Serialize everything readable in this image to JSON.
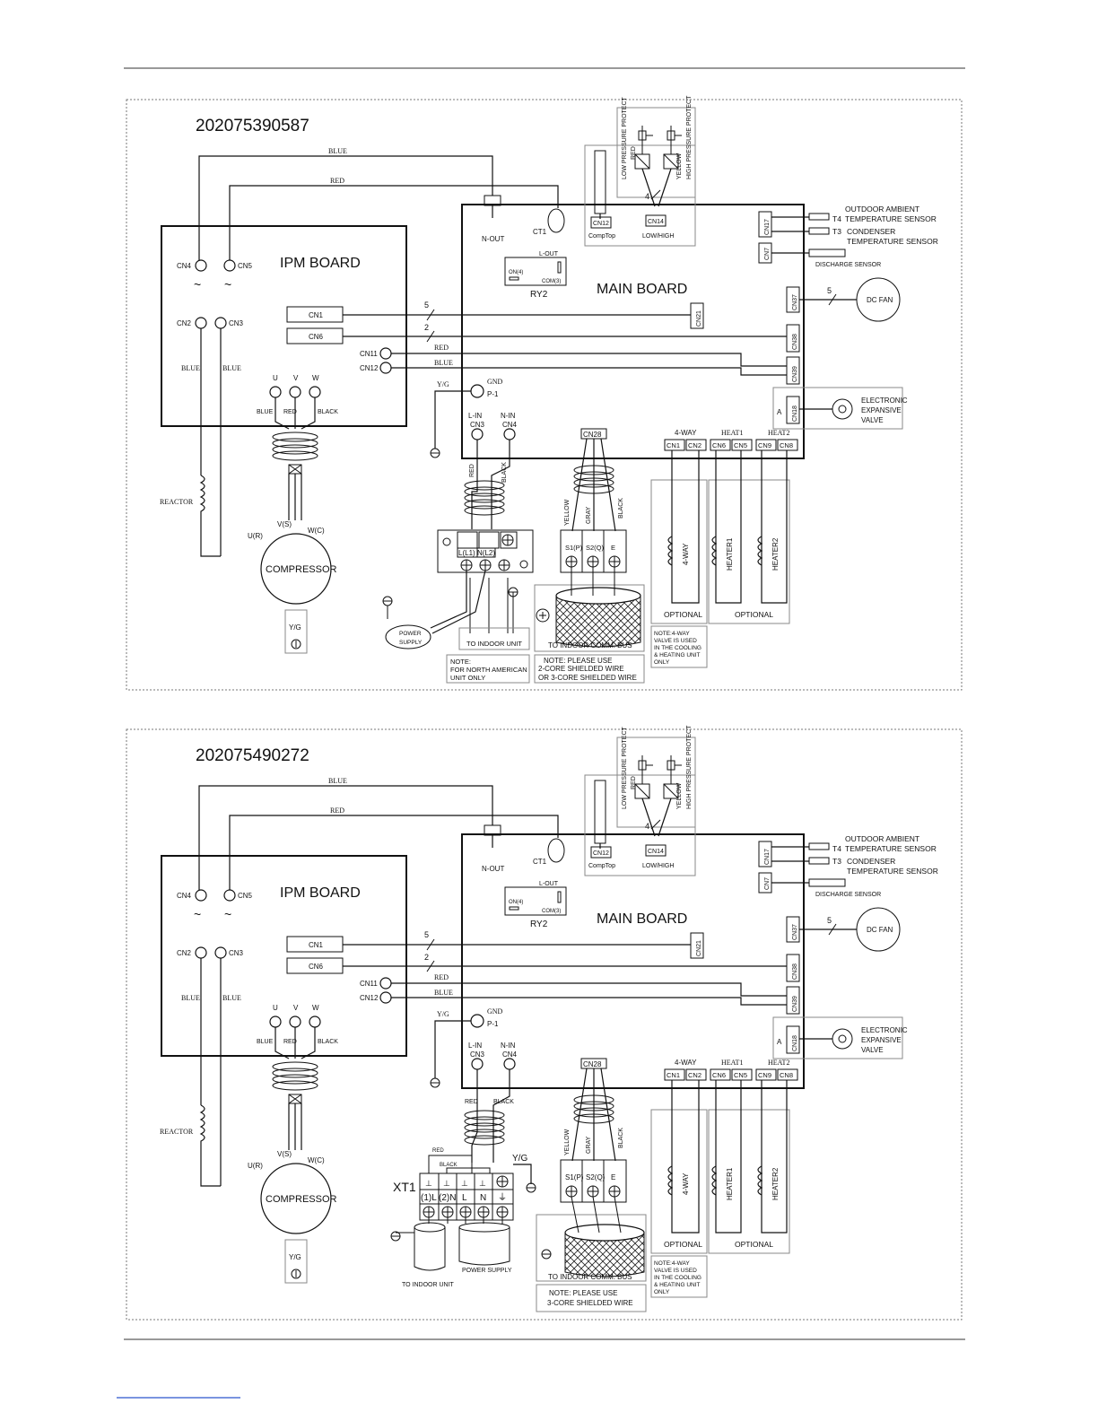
{
  "diagrams": [
    {
      "id": "202075390587",
      "wires": {
        "blue": "BLUE",
        "red": "RED",
        "yg": "Y/G"
      },
      "ipm": {
        "title": "IPM BOARD",
        "cn4": "CN4",
        "cn5": "CN5",
        "cn2": "CN2",
        "cn3": "CN3",
        "cn1": "CN1",
        "cn6": "CN6",
        "cn11": "CN11",
        "cn12": "CN12",
        "u": "U",
        "v": "V",
        "w": "W",
        "blue": "BLUE",
        "red": "RED",
        "black": "BLACK",
        "blue_l": "BLUE",
        "blue_r": "BLUE"
      },
      "main": {
        "title": "MAIN BOARD",
        "nout": "N-OUT",
        "ct1": "CT1",
        "lout": "L-OUT",
        "on4": "ON(4)",
        "com3": "COM(3)",
        "ry2": "RY2",
        "cn12": "CN12",
        "comptop": "CompTop",
        "cn14": "CN14",
        "lowhigh": "LOW/HIGH",
        "cn17": "CN17",
        "cn7": "CN7",
        "cn37": "CN37",
        "cn21": "CN21",
        "cn38": "CN38",
        "cn39": "CN39",
        "cn18": "CN18",
        "a": "A",
        "gnd": "GND",
        "p1": "P-1",
        "lin": "L-IN",
        "cn3": "CN3",
        "nin": "N-IN",
        "cn4": "CN4",
        "cn28": "CN28",
        "way": "4-WAY",
        "cn1": "CN1",
        "cn2": "CN2",
        "heat1": "HEAT1",
        "cn6": "CN6",
        "cn5": "CN5",
        "heat2": "HEAT2",
        "cn9": "CN9",
        "cn8": "CN8"
      },
      "sensors": {
        "oa1": "OUTDOOR AMBIENT",
        "t4": "T4",
        "oa2": "TEMPERATURE SENSOR",
        "t3": "T3",
        "cond1": "CONDENSER",
        "cond2": "TEMPERATURE SENSOR",
        "discharge": "DISCHARGE SENSOR",
        "dcfan": "DC FAN",
        "eev1": "ELECTRONIC",
        "eev2": "EXPANSIVE",
        "eev3": "VALVE",
        "lpp": "LOW PRESSURE PROTECT",
        "hpp": "HIGH PRESSURE PROTECT",
        "red": "RED",
        "yellow": "YELLOW",
        "n4": "4",
        "n5": "5",
        "n2": "2",
        "n5b": "5"
      },
      "comp": {
        "reactor": "REACTOR",
        "compressor": "COMPRESSOR",
        "ur": "U(R)",
        "vs": "V(S)",
        "wc": "W(C)",
        "yg": "Y/G"
      },
      "terminal": {
        "red": "RED",
        "black": "BLACK",
        "l": "L(L1)",
        "n": "N(L2)",
        "power1": "POWER",
        "power2": "SUPPLY",
        "to_indoor": "TO INDOOR UNIT",
        "note1": "NOTE:",
        "note2": "FOR NORTH AMERICAN",
        "note3": "UNIT ONLY"
      },
      "comm": {
        "yellow": "YELLOW",
        "gray": "GRAY",
        "black": "BLACK",
        "s1": "S1(P)",
        "s2": "S2(Q)",
        "e": "E",
        "bus": "TO INDOOR COMM. BUS",
        "note1": "NOTE: PLEASE USE",
        "note2": "2-CORE SHIELDED WIRE",
        "note3": "OR 3-CORE SHIELDED WIRE"
      },
      "loads": {
        "way": "4-WAY",
        "heater1": "HEATER1",
        "heater2": "HEATER2",
        "optional": "OPTIONAL",
        "optional2": "OPTIONAL",
        "note1": "NOTE:4-WAY",
        "note2": "VALVE IS USED",
        "note3": "IN THE COOLING",
        "note4": "& HEATING UNIT",
        "note5": "ONLY"
      }
    },
    {
      "id": "202075490272",
      "wires": {
        "blue": "BLUE",
        "red": "RED",
        "yg": "Y/G"
      },
      "ipm": {
        "title": "IPM BOARD",
        "cn4": "CN4",
        "cn5": "CN5",
        "cn2": "CN2",
        "cn3": "CN3",
        "cn1": "CN1",
        "cn6": "CN6",
        "cn11": "CN11",
        "cn12": "CN12",
        "u": "U",
        "v": "V",
        "w": "W",
        "blue": "BLUE",
        "red": "RED",
        "black": "BLACK",
        "blue_l": "BLUE",
        "blue_r": "BLUE"
      },
      "main": {
        "title": "MAIN BOARD",
        "nout": "N-OUT",
        "ct1": "CT1",
        "lout": "L-OUT",
        "on4": "ON(4)",
        "com3": "COM(3)",
        "ry2": "RY2",
        "cn12": "CN12",
        "comptop": "CompTop",
        "cn14": "CN14",
        "lowhigh": "LOW/HIGH",
        "cn17": "CN17",
        "cn7": "CN7",
        "cn37": "CN37",
        "cn21": "CN21",
        "cn38": "CN38",
        "cn39": "CN39",
        "cn18": "CN18",
        "a": "A",
        "gnd": "GND",
        "p1": "P-1",
        "lin": "L-IN",
        "cn3": "CN3",
        "nin": "N-IN",
        "cn4": "CN4",
        "cn28": "CN28",
        "way": "4-WAY",
        "cn1": "CN1",
        "cn2": "CN2",
        "heat1": "HEAT1",
        "cn6": "CN6",
        "cn5": "CN5",
        "heat2": "HEAT2",
        "cn9": "CN9",
        "cn8": "CN8"
      },
      "sensors": {
        "oa1": "OUTDOOR AMBIENT",
        "t4": "T4",
        "oa2": "TEMPERATURE SENSOR",
        "t3": "T3",
        "cond1": "CONDENSER",
        "cond2": "TEMPERATURE SENSOR",
        "discharge": "DISCHARGE SENSOR",
        "dcfan": "DC FAN",
        "eev1": "ELECTRONIC",
        "eev2": "EXPANSIVE",
        "eev3": "VALVE",
        "lpp": "LOW PRESSURE PROTECT",
        "hpp": "HIGH PRESSURE PROTECT",
        "red": "RED",
        "yellow": "YELLOW",
        "n4": "4",
        "n5": "5",
        "n2": "2",
        "n5b": "5"
      },
      "comp": {
        "reactor": "REACTOR",
        "compressor": "COMPRESSOR",
        "ur": "U(R)",
        "vs": "V(S)",
        "wc": "W(C)",
        "yg": "Y/G"
      },
      "terminal": {
        "red": "RED",
        "black": "BLACK",
        "red_small": "RED",
        "black_small": "BLACK",
        "yg": "Y/G",
        "xt1": "XT1",
        "l1": "(1)L",
        "n2": "(2)N",
        "l": "L",
        "n": "N",
        "to_indoor": "TO INDOOR UNIT",
        "power": "POWER SUPPLY"
      },
      "comm": {
        "yellow": "YELLOW",
        "gray": "GRAY",
        "black": "BLACK",
        "s1": "S1(P)",
        "s2": "S2(Q)",
        "e": "E",
        "bus": "TO INDOOR COMM. BUS",
        "note1": "NOTE: PLEASE USE",
        "note2": "3-CORE SHIELDED WIRE"
      },
      "loads": {
        "way": "4-WAY",
        "heater1": "HEATER1",
        "heater2": "HEATER2",
        "optional": "OPTIONAL",
        "optional2": "OPTIONAL",
        "note1": "NOTE:4-WAY",
        "note2": "VALVE IS USED",
        "note3": "IN THE COOLING",
        "note4": "& HEATING UNIT",
        "note5": "ONLY"
      }
    }
  ]
}
